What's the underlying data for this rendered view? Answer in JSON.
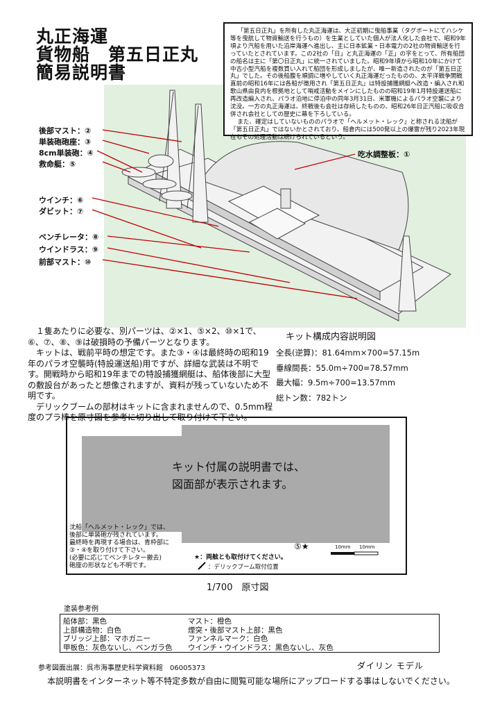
{
  "title": {
    "line1": "丸正海運",
    "line2": "貨物船　第五日正丸",
    "line3": "簡易説明書"
  },
  "history": {
    "p1": "「第五日正丸」を所有した丸正海運は、大正初期に曳船事業（タグボートにてハシケ等を曳航して物資輸送を行うもの）を生業としていた個人が法人化した会社で、昭和9年頃より汽船を用いた沿岸海運へ進出し、主に日本鉱業・日本電力の2社の物資輸送を行っていたとされています。この2社の「日」と丸正海運の「正」の字をとって、所有船団の船名は主に「第〇日正丸」に統一されていました。昭和9年頃から昭和10年にかけて中古小型汽船を複数買い入れて船団を形成しましたが、唯一新造されたのが「第五日正丸」でした。その後船腹を順調に増やしていく丸正海運だったものの、太平洋戦争開戦直前の昭和16年には各船が徴用され「第五日正丸」は特設捕獲網艇へ改造・編入され和歌山県由良内を根拠地として哨戒活動をメインにしたものの昭和19年1月特設運送船に再改造編入され、パラオ泊地に停泊中の同年3月31日、米軍機によるパラオ空襲により沈没。一方の丸正海運は、終戦後も会社は存続したものの、昭和26年日正汽船に吸収合併され会社としての歴史に幕を下ろしている。",
    "p2": "また、確定はしていないもののパラオで「ヘルメット・レック」と称される沈船が「第五日正丸」ではないかとされており、船倉内には500発以上の爆雷が残り2023年現在もその処理活動は続けられているという。"
  },
  "labels": {
    "l2": "後部マスト：②",
    "l3": "単装砲砲座：③",
    "l4": "8cm単装砲：④",
    "l5": "救命艇：⑤",
    "l1": "吃水調整板：①",
    "l6": "ウインチ：⑥",
    "l7": "ダビット：⑦",
    "l8": "ベンチレータ：⑧",
    "l9": "ウインドラス：⑨",
    "l10": "前部マスト：⑩"
  },
  "colors": {
    "illus_bg": "#e2f0e0",
    "leader": "#c00000",
    "hull": "#f2f2f2",
    "stroke": "#444444",
    "gray_block": "#aaaaaa"
  },
  "notes": {
    "p1": "１隻あたりに必要な、別パーツは、②×1、⑤×2、⑩×1で、⑥、⑦、⑧、⑨は破損時の予備パーツとなります。",
    "p2": "キットは、戦前平時の想定です。また③・④は最終時の昭和19年のパラオ空襲時(特設運送船)用ですが、詳細な武装は不明です。開戦時から昭和19年までの特設捕獲網艇は、船体後部に大型の敷設台があったと想像されますが、資料が残っていないため不明です。",
    "p3": "デリックブームの部材はキットに含まれませんので、0.5mm程度のプラ棒を原寸図を参考に切り出して取り付けて下さい。"
  },
  "spec": {
    "title": "キット構成内容説明図",
    "length": "全長(逆算)：81.64mm×700=57.15m",
    "perp": "垂線間長：55.0m÷700=78.57mm",
    "beam": "最大幅：9.5m÷700=13.57mm",
    "tonnage": "総トン数：782トン"
  },
  "drawing": {
    "placeholder_line1": "キット付属の説明書では、",
    "placeholder_line2": "図面部が表示されます。",
    "wreck1": "沈船「ヘルメット・レック」では、",
    "wreck2": "後部に単装砲が残されています。",
    "wreck3": "最終時を再現する場合は、青枠部に",
    "wreck4": "③・④を取り付けて下さい。",
    "wreck5": "(必要に応じてベンチレター撤去)",
    "wreck6": "砲座の形状なども不明です。",
    "part_mark": "⑤★",
    "scale_a": "10mm",
    "scale_b": "10mm",
    "legend_star": "★：両舷とも取付けてください。",
    "legend_derrick": "：デリックブーム取付位置",
    "scale_title": "1/700　原寸図"
  },
  "paint": {
    "heading": "塗装参考例",
    "left": [
      "船体部：黒色",
      "上部構造物：白色",
      "ブリッジ上部：マホガニー",
      "甲板色：灰色ないし、ベンガラ色"
    ],
    "right": [
      "マスト：橙色",
      "煙突・後部マスト上部：黒色",
      "ファンネルマーク：白色",
      "ウインチ・ウインドラス：黒色ないし、灰色"
    ]
  },
  "reference": "参考図面出展：呉市海事歴史科学資料館　06005373",
  "maker": "ダイリン モデル",
  "footer": "本説明書をインターネット等不特定多数が自由に閲覧可能な場所にアップロードする事はしないでください。"
}
